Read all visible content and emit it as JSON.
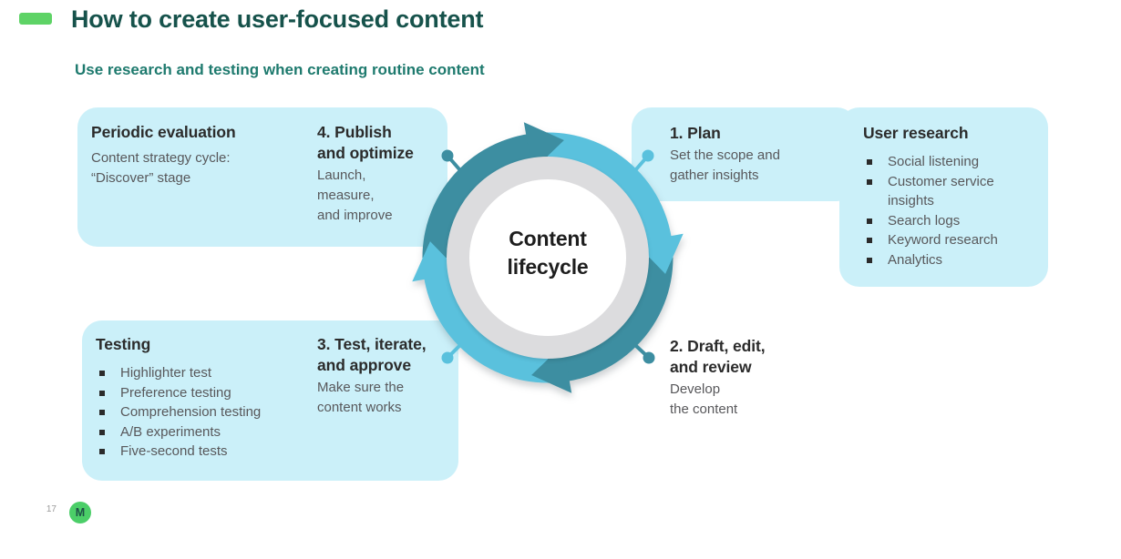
{
  "colors": {
    "accent_green": "#5ed366",
    "logo_green": "#4bce68",
    "title_teal": "#16524b",
    "subtitle_teal": "#1e7a6e",
    "box_blue": "#cbf0f9",
    "arc_dark_teal": "#3d8ea1",
    "arc_light_blue": "#5ac1dd",
    "ring_gray": "#dcdcde"
  },
  "header": {
    "title": "How to create user-focused content",
    "subtitle": "Use research and testing when creating routine content"
  },
  "cycle": {
    "center_label": "Content\nlifecycle"
  },
  "boxes": {
    "periodic_evaluation": {
      "heading": "Periodic evaluation",
      "body": "Content strategy cycle:\n“Discover” stage"
    },
    "publish_optimize": {
      "heading": "4. Publish\nand optimize",
      "body": "Launch,\nmeasure,\nand improve"
    },
    "plan": {
      "heading": "1. Plan",
      "body": "Set the scope and\ngather insights"
    },
    "user_research": {
      "heading": "User research",
      "items": [
        "Social listening",
        "Customer service insights",
        "Search logs",
        "Keyword research",
        "Analytics"
      ]
    },
    "testing": {
      "heading": "Testing",
      "items": [
        "Highlighter test",
        "Preference testing",
        "Comprehension testing",
        "A/B experiments",
        "Five-second tests"
      ]
    },
    "test_iterate": {
      "heading": "3. Test, iterate,\nand approve",
      "body": "Make sure the\ncontent works"
    },
    "draft_review": {
      "heading": "2. Draft, edit,\nand review",
      "body": "Develop\nthe content"
    }
  },
  "footer": {
    "page_number": "17",
    "logo_letter": "M"
  }
}
